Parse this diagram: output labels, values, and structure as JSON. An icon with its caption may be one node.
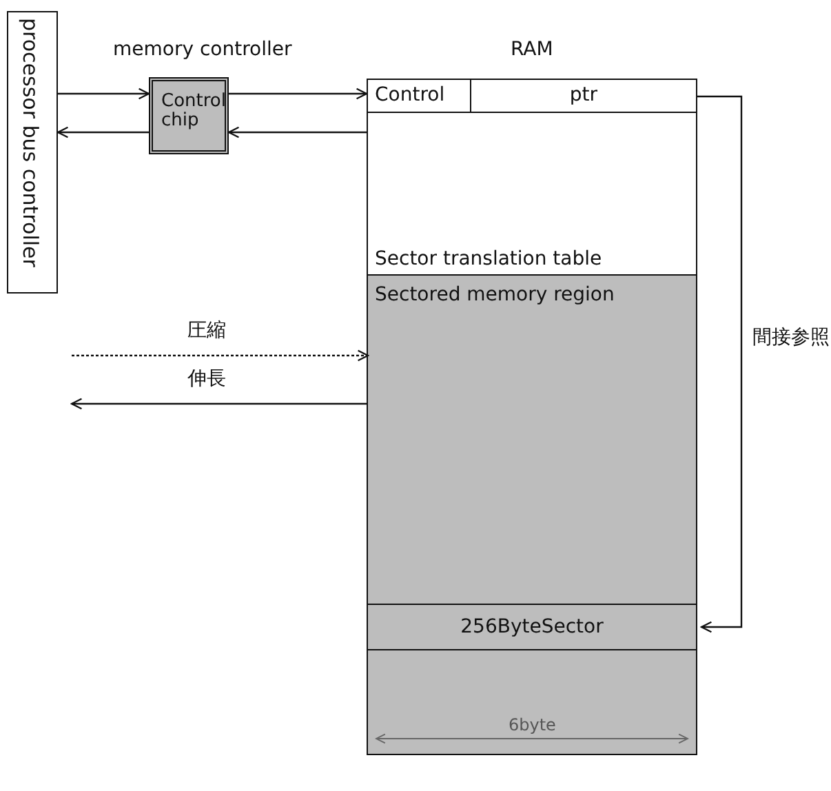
{
  "diagram": {
    "nodes": [
      {
        "text": [
          "processor bus controller"
        ]
      },
      {
        "text": [
          "Control chip"
        ],
        "beside": [
          "memory controller"
        ]
      },
      {
        "text": [],
        "shape": "box",
        "beside": [
          "RAM"
        ]
      },
      {
        "text": [
          "Control"
        ],
        "in": 2
      },
      {
        "text": [
          "ptr"
        ],
        "in": 2
      },
      {
        "text": [
          "Sector translation table"
        ],
        "in": 2
      },
      {
        "text": [
          "Sectored memory region"
        ],
        "in": 2
      },
      {
        "text": [
          "256ByteSector"
        ],
        "in": 6
      }
    ],
    "edges": [
      {
        "from": 0,
        "to": 1,
        "arrow": "to"
      },
      {
        "from": 1,
        "to": 0,
        "arrow": "to"
      },
      {
        "from": 1,
        "to": 2,
        "arrow": "to"
      },
      {
        "from": 2,
        "to": 1,
        "arrow": "to"
      },
      {
        "from": 4,
        "to": 7,
        "arrow": "to",
        "label": "間接参照"
      },
      {
        "from": null,
        "to": 6,
        "arrow": "to",
        "label": "圧縮",
        "style": "dashed"
      },
      {
        "from": 6,
        "to": null,
        "arrow": "to",
        "label": "伸長"
      }
    ],
    "labels": [
      "6byte"
    ]
  }
}
